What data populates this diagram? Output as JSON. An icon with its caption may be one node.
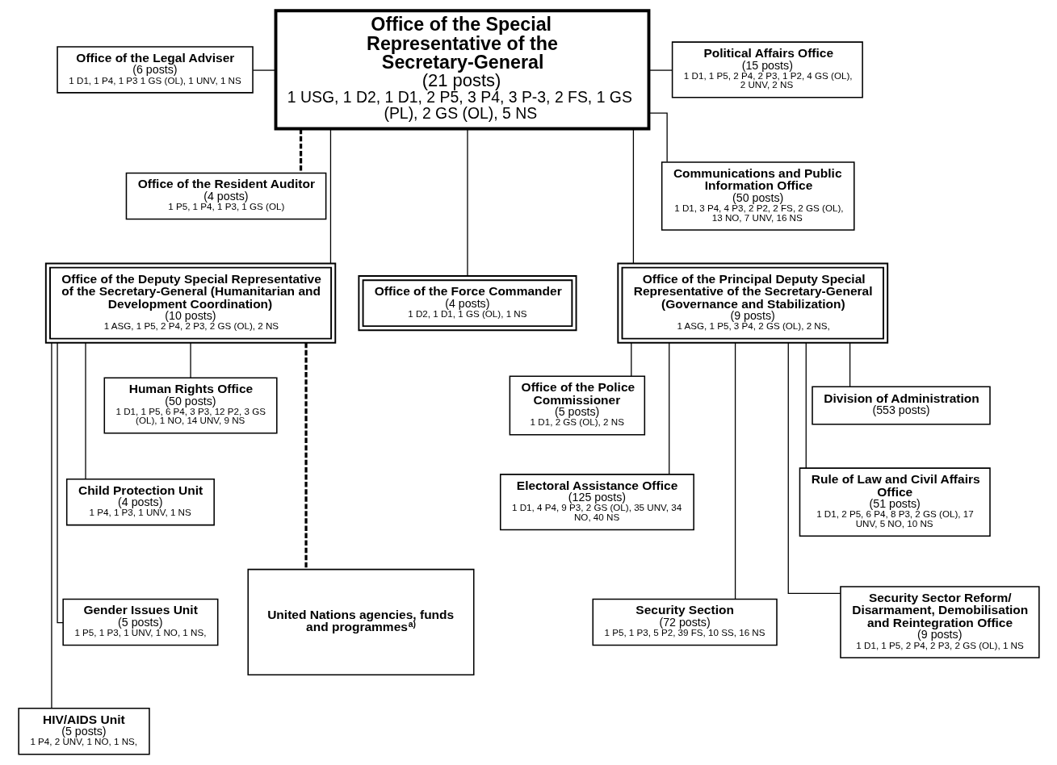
{
  "diagram": {
    "nodes": [
      {
        "text": [
          "Office of the Special Representative of the Secretary-General",
          "(21 posts)",
          "1 USG, 1 D2, 1 D1, 2 P5, 3 P4, 3 P-3, 2 FS, 1 GS (PL), 2 GS (OL), 5 NS"
        ]
      },
      {
        "text": [
          "Political Affairs Office",
          "(15 posts)",
          "1 D1, 1 P5, 2 P4, 2 P3, 1 P2, 4 GS (OL), 2 UNV, 2 NS"
        ]
      },
      {
        "text": [
          "Communications and Public Information Office",
          "(50 posts)",
          "1 D1, 3 P4, 4 P3, 2 P2, 2 FS, 2 GS (OL), 13 NO, 7 UNV, 16 NS"
        ]
      },
      {
        "text": [
          "Office of the Legal Adviser",
          "(6 posts)",
          "1 D1, 1 P4, 1 P3 1 GS (OL), 1 UNV, 1 NS"
        ]
      },
      {
        "text": [
          "Office of the Resident Auditor",
          "(4 posts)",
          "1 P5, 1 P4, 1 P3, 1 GS (OL)"
        ]
      },
      {
        "text": [
          "Office of the Principal Deputy Special Representative of the Secretary-General (Governance and Stabilization)",
          "(9 posts)",
          "1 ASG, 1 P5, 3 P4, 2 GS (OL), 2 NS,"
        ]
      },
      {
        "text": [
          "Office of the Force Commander",
          "(4 posts)",
          "1 D2, 1 D1, 1 GS (OL), 1 NS"
        ]
      },
      {
        "text": [
          "Office of the Deputy Special Representative of the Secretary-General (Humanitarian and Development Coordination)",
          "(10 posts)",
          "1 ASG, 1 P5, 2 P4, 2 P3, 2 GS (OL), 2 NS"
        ]
      },
      {
        "text": [
          "Division of Administration",
          "(553 posts)"
        ]
      },
      {
        "text": [
          "Office of the Police Commissioner",
          "(5 posts)",
          "1 D1, 2 GS (OL), 2 NS"
        ]
      },
      {
        "text": [
          "Rule of Law and Civil Affairs Office",
          "(51 posts)",
          "1 D1, 2 P5, 6 P4, 8 P3, 2 GS (OL), 17 UNV, 5 NO, 10 NS"
        ]
      },
      {
        "text": [
          "Electoral Assistance Office",
          "(125 posts)",
          "1 D1, 4 P4, 9 P3, 2 GS (OL), 35 UNV, 34 NO, 40 NS"
        ]
      },
      {
        "text": [
          "Security Sector Reform/ Disarmament, Demobilisation and Reintegration Office",
          "(9 posts)",
          "1 D1, 1 P5, 2 P4, 2 P3, 2 GS (OL), 1 NS"
        ]
      },
      {
        "text": [
          "Security Section",
          "(72 posts)",
          "1 P5, 1 P3, 5 P2, 39 FS, 10 SS, 16 NS"
        ]
      },
      {
        "text": [
          "United Nations agencies, funds and programmes$^{a)}$"
        ]
      },
      {
        "text": [
          "Human Rights Office",
          "(50 posts)",
          "1 D1, 1 P5, 6 P4, 3 P3, 12 P2, 3 GS (OL), 1 NO, 14 UNV, 9 NS"
        ]
      },
      {
        "text": [
          "Child Protection Unit",
          "(4 posts)",
          "1 P4, 1 P3, 1 UNV, 1 NS"
        ]
      },
      {
        "text": [
          "Gender Issues Unit",
          "(5 posts)",
          "1 P5, 1 P3, 1 UNV, 1 NO, 1 NS,"
        ]
      },
      {
        "text": [
          "HIV/AIDS Unit",
          "(5 posts)",
          "1 P4, 2 UNV, 1 NO, 1 NS,"
        ]
      }
    ],
    "edges": [
      {
        "from": 0,
        "to": 1,
        "arrow": "none"
      },
      {
        "from": 0,
        "to": 2,
        "arrow": "none"
      },
      {
        "from": 0,
        "to": 3,
        "arrow": "none"
      },
      {
        "from": 0,
        "to": 4,
        "arrow": "none",
        "style": "dashed"
      },
      {
        "from": 0,
        "to": 5,
        "arrow": "none"
      },
      {
        "from": 0,
        "to": 6,
        "arrow": "none"
      },
      {
        "from": 0,
        "to": 7,
        "arrow": "none"
      },
      {
        "from": 5,
        "to": 8,
        "arrow": "none"
      },
      {
        "from": 5,
        "to": 9,
        "arrow": "none"
      },
      {
        "from": 5,
        "to": 10,
        "arrow": "none"
      },
      {
        "from": 5,
        "to": 11,
        "arrow": "none"
      },
      {
        "from": 5,
        "to": 12,
        "arrow": "none"
      },
      {
        "from": 5,
        "to": 13,
        "arrow": "none"
      },
      {
        "from": 7,
        "to": 14,
        "arrow": "none",
        "style": "dashed"
      },
      {
        "from": 7,
        "to": 15,
        "arrow": "none"
      },
      {
        "from": 7,
        "to": 16,
        "arrow": "none"
      },
      {
        "from": 7,
        "to": 17,
        "arrow": "none"
      },
      {
        "from": 7,
        "to": 18,
        "arrow": "none"
      }
    ]
  }
}
